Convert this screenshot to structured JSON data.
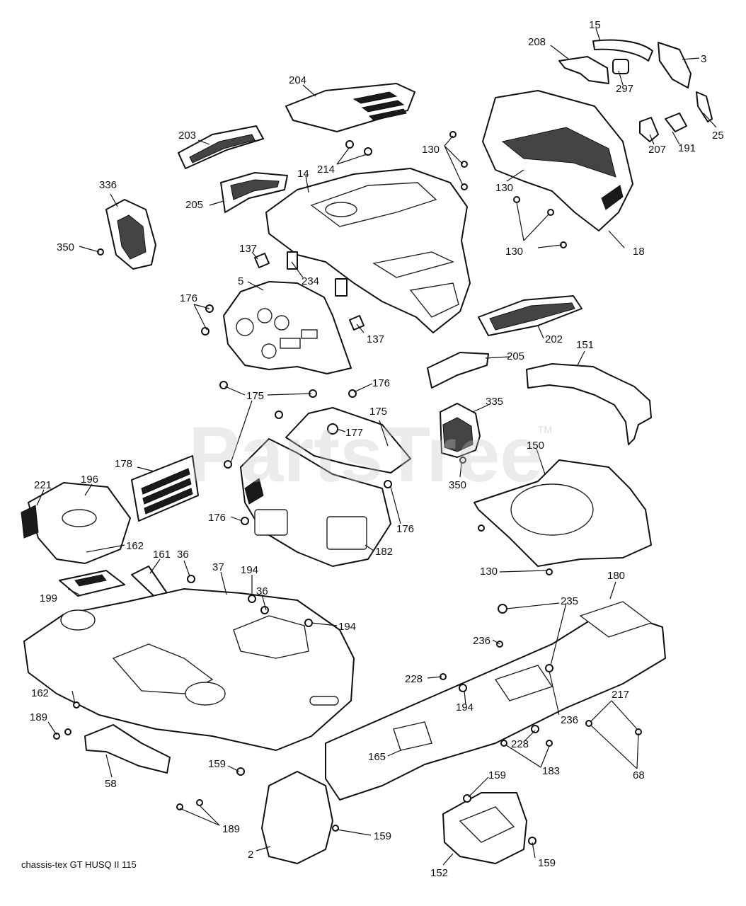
{
  "diagram": {
    "watermark": "PartsTree",
    "watermark_tm": "TM",
    "footer": "chassis-tex  GT HUSQ II  115",
    "callouts": [
      "15",
      "208",
      "3",
      "297",
      "25",
      "191",
      "207",
      "204",
      "203",
      "214",
      "130",
      "130",
      "130",
      "14",
      "18",
      "336",
      "205",
      "350",
      "137",
      "234",
      "5",
      "176",
      "137",
      "202",
      "205",
      "151",
      "175",
      "176",
      "175",
      "177",
      "335",
      "178",
      "150",
      "221",
      "196",
      "350",
      "176",
      "176",
      "162",
      "182",
      "161",
      "36",
      "37",
      "194",
      "130",
      "180",
      "199",
      "36",
      "194",
      "235",
      "236",
      "228",
      "162",
      "194",
      "189",
      "236",
      "217",
      "228",
      "58",
      "159",
      "183",
      "165",
      "159",
      "68",
      "189",
      "159",
      "2",
      "159",
      "152"
    ],
    "colors": {
      "ink": "#111111",
      "background": "#ffffff",
      "watermark": "#c8c8c8"
    }
  }
}
